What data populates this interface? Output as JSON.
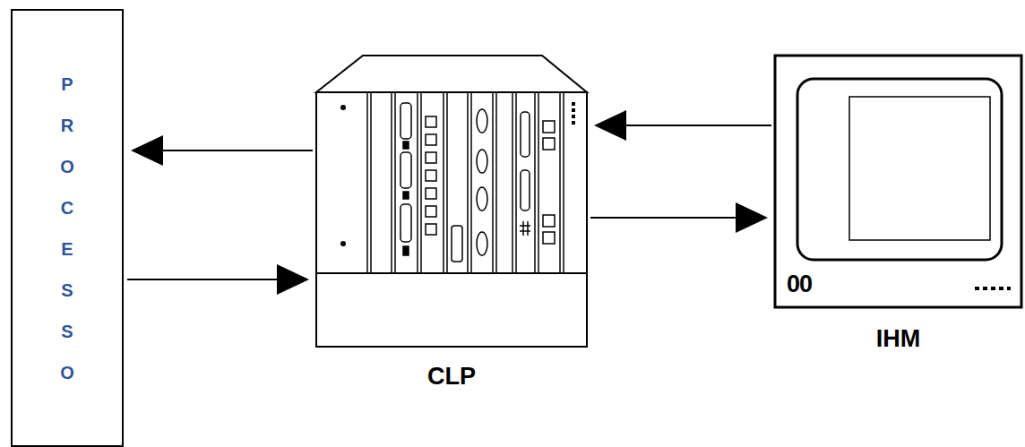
{
  "diagram": {
    "nodes": [
      {
        "text": [
          "PROCESSO"
        ]
      },
      {
        "text": [
          "CLP"
        ]
      },
      {
        "text": [
          "IHM"
        ]
      }
    ],
    "edges": [
      {
        "from": 1,
        "to": 0,
        "arrow": "to"
      },
      {
        "from": 0,
        "to": 1,
        "arrow": "to"
      },
      {
        "from": 2,
        "to": 1,
        "arrow": "to"
      },
      {
        "from": 1,
        "to": 2,
        "arrow": "to"
      }
    ],
    "labels": [
      "00"
    ]
  }
}
